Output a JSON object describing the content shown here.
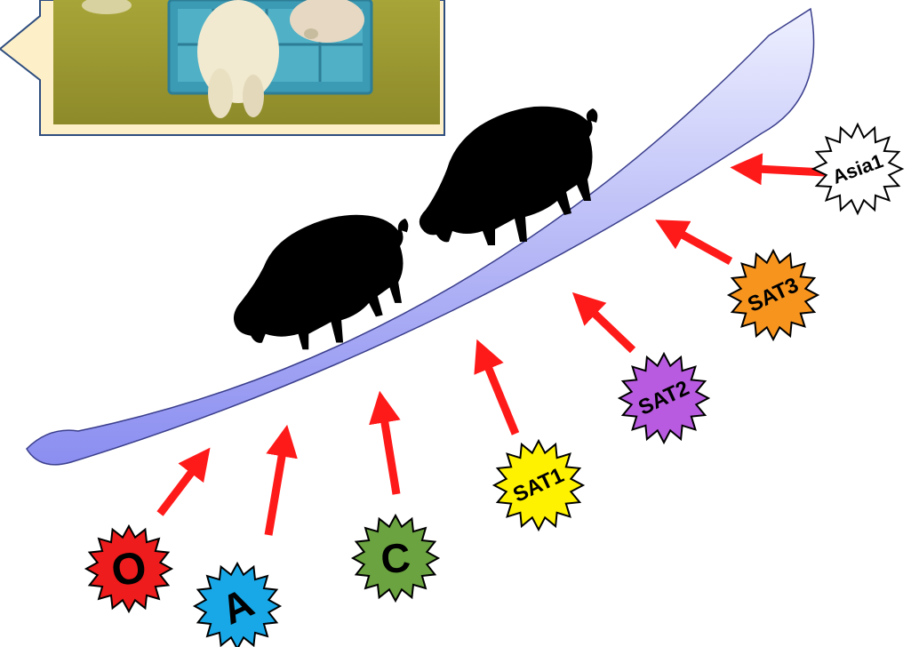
{
  "photo": {
    "icon": "pigs-feeding-photo"
  },
  "barrier": {
    "icon": "curved-shield-band"
  },
  "pigs": [
    {
      "icon": "pig-silhouette"
    },
    {
      "icon": "pig-silhouette"
    }
  ],
  "serotypes": [
    {
      "label": "O",
      "color": "#ee1c1c"
    },
    {
      "label": "A",
      "color": "#18a8e8"
    },
    {
      "label": "C",
      "color": "#6aa33f"
    },
    {
      "label": "SAT1",
      "color": "#fff200"
    },
    {
      "label": "SAT2",
      "color": "#b85be0"
    },
    {
      "label": "SAT3",
      "color": "#f7941d"
    },
    {
      "label": "Asia1",
      "color": "#ffffff"
    }
  ],
  "arrow_color": "#ff1a1a"
}
